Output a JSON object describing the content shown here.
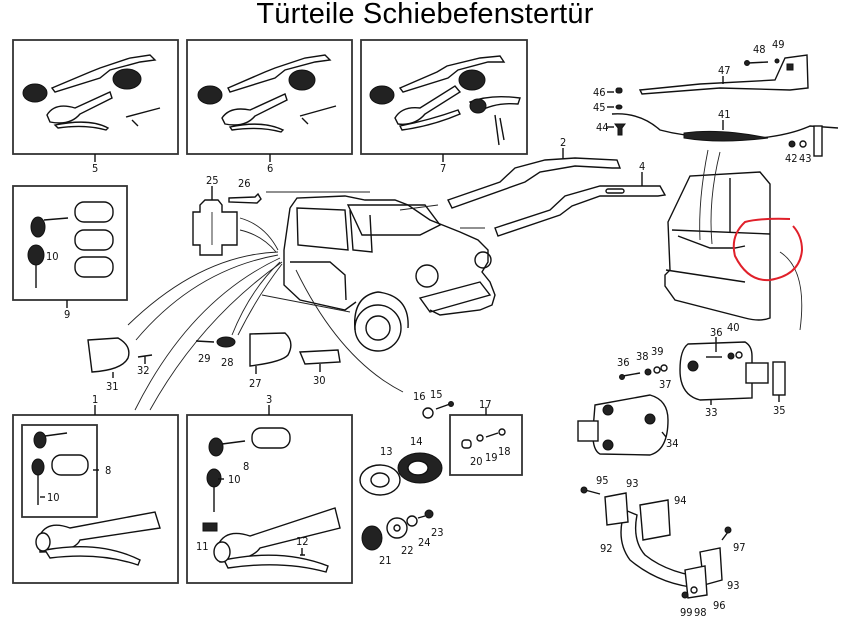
{
  "title": "Türteile Schiebefenstertür",
  "highlight_color": "#e0202a",
  "groups": [
    {
      "id": "5",
      "label": "5",
      "description": "handle set box top-left"
    },
    {
      "id": "6",
      "label": "6",
      "description": "handle set box top-middle"
    },
    {
      "id": "7",
      "label": "7",
      "description": "handle set box with lock"
    },
    {
      "id": "9",
      "label": "9",
      "description": "lock barrel set with key 10"
    },
    {
      "id": "1",
      "label": "1",
      "description": "handle with lock set 8 and key 10"
    },
    {
      "id": "3",
      "label": "3",
      "description": "handle with lock 8, key 10, parts 11 and 12"
    },
    {
      "id": "17",
      "label": "17",
      "description": "fixing set 18, 19, 20"
    }
  ],
  "labels": {
    "l1": "1",
    "l2": "2",
    "l3": "3",
    "l4": "4",
    "l5": "5",
    "l6": "6",
    "l7": "7",
    "l8a": "8",
    "l8b": "8",
    "l9": "9",
    "l10a": "10",
    "l10b": "10",
    "l10c": "10",
    "l11": "11",
    "l12": "12",
    "l13": "13",
    "l14": "14",
    "l15": "15",
    "l16": "16",
    "l17": "17",
    "l18": "18",
    "l19": "19",
    "l20": "20",
    "l21": "21",
    "l22": "22",
    "l23": "23",
    "l24": "24",
    "l25": "25",
    "l26": "26",
    "l27": "27",
    "l28": "28",
    "l29": "29",
    "l30": "30",
    "l31": "31",
    "l32": "32",
    "l33": "33",
    "l34": "34",
    "l35": "35",
    "l36a": "36",
    "l36b": "36",
    "l37": "37",
    "l38": "38",
    "l39": "39",
    "l40": "40",
    "l41": "41",
    "l42": "42",
    "l43": "43",
    "l44": "44",
    "l45": "45",
    "l46": "46",
    "l47": "47",
    "l48": "48",
    "l49": "49",
    "l92": "92",
    "l93a": "93",
    "l93b": "93",
    "l94": "94",
    "l95": "95",
    "l96": "96",
    "l97": "97",
    "l98": "98",
    "l99": "99"
  },
  "annotation": {
    "type": "red-circle",
    "target": "door lock area on door panel"
  }
}
